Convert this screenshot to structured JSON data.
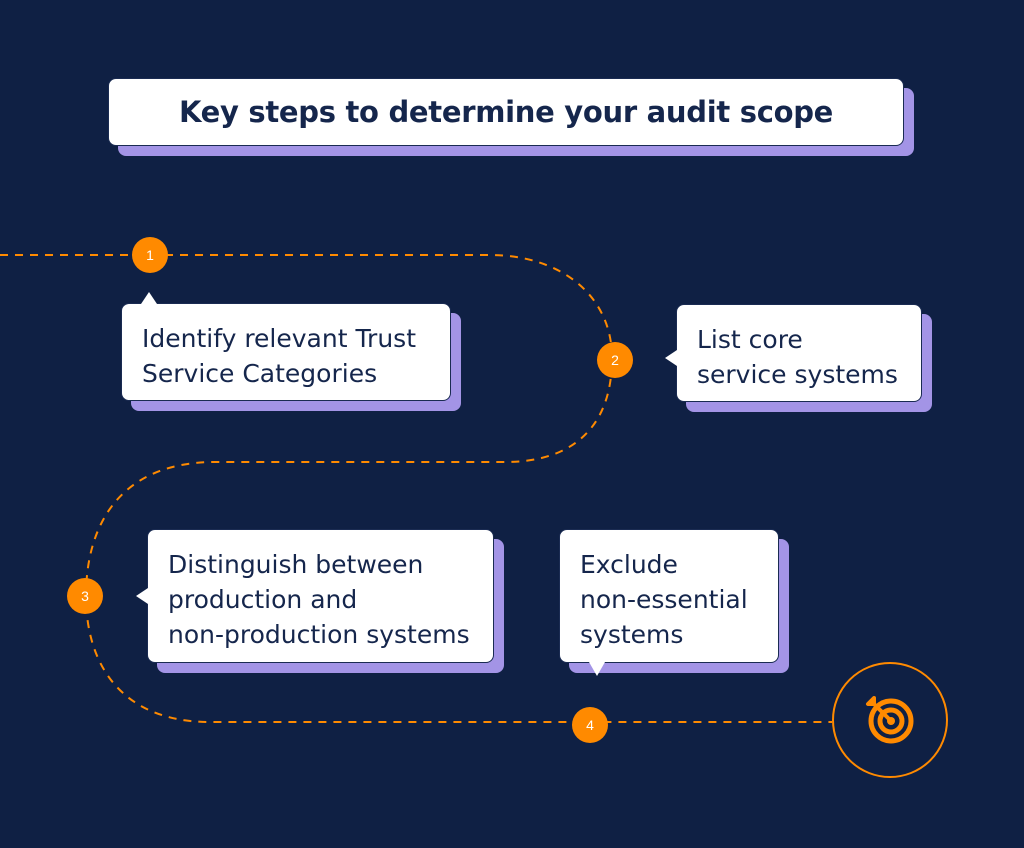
{
  "title": "Key steps to determine your audit scope",
  "colors": {
    "background": "#0f2044",
    "accent": "#ff8a00",
    "card": "#ffffff",
    "card_shadow": "#a394e6",
    "text": "#15264c"
  },
  "steps": [
    {
      "number": "1",
      "text": "Identify relevant Trust\nService Categories"
    },
    {
      "number": "2",
      "text": "List core\nservice systems"
    },
    {
      "number": "3",
      "text": "Distinguish between\nproduction and\nnon-production systems"
    },
    {
      "number": "4",
      "text": "Exclude\nnon-essential\nsystems"
    }
  ],
  "goal_icon": "target-arrow-icon"
}
